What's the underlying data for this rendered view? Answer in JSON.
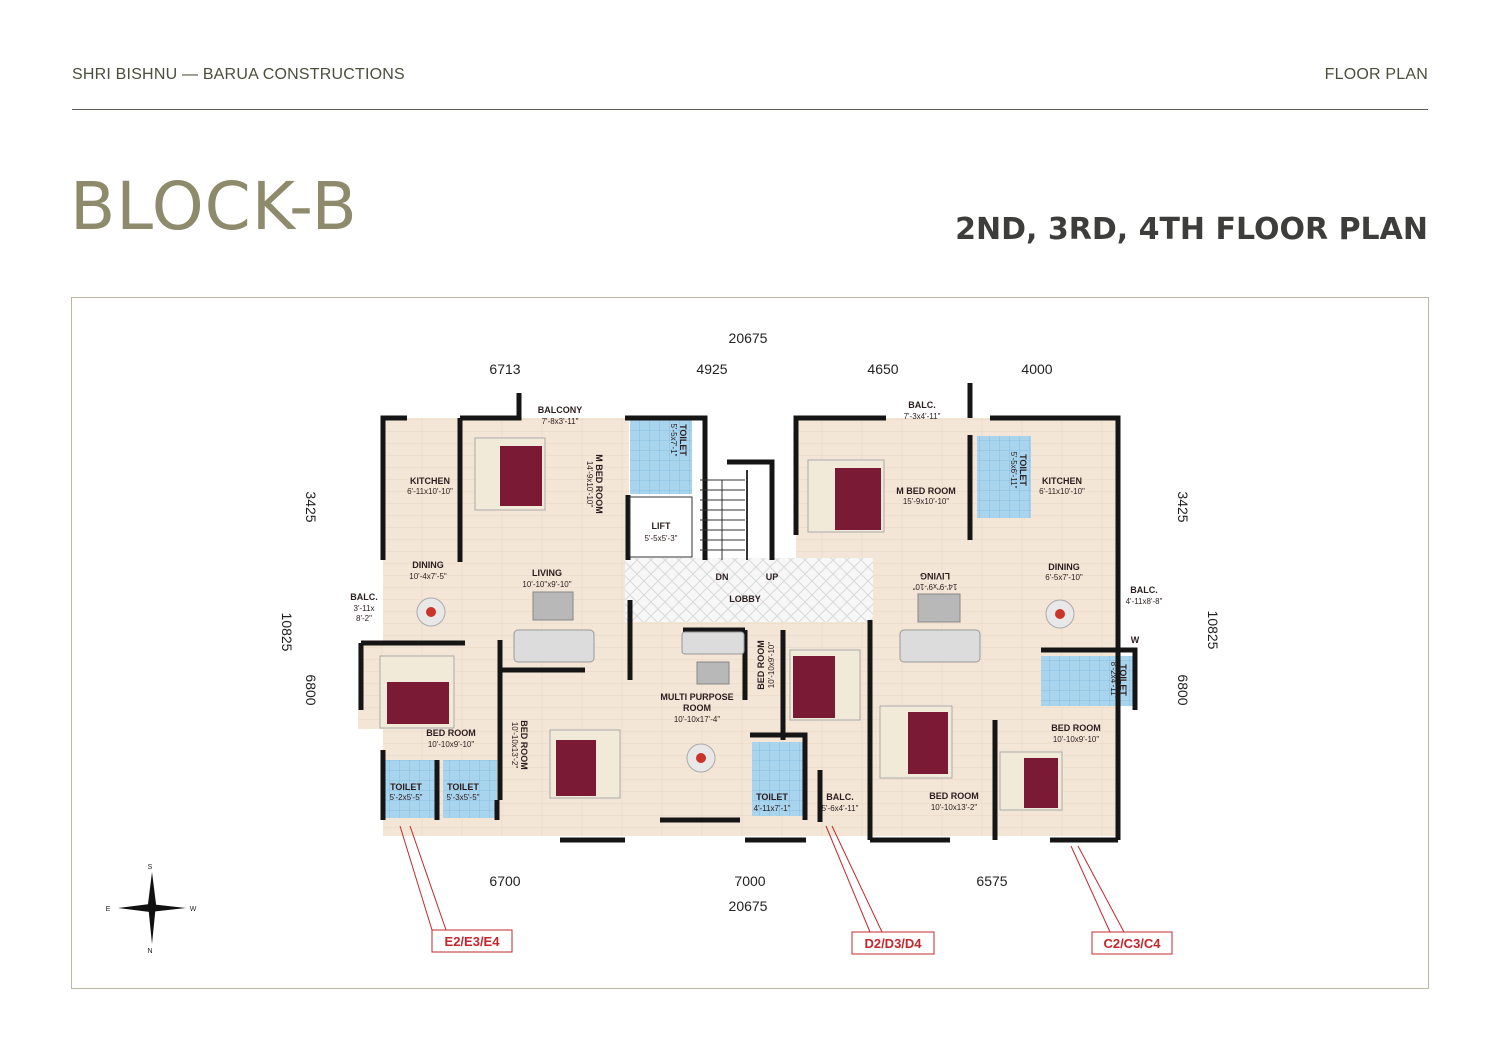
{
  "header": {
    "left": "SHRI BISHNU — BARUA CONSTRUCTIONS",
    "right": "FLOOR PLAN"
  },
  "title": "BLOCK-B",
  "subtitle": "2ND, 3RD, 4TH FLOOR PLAN",
  "dimensions": {
    "top_total": "20675",
    "top_1": "6713",
    "top_2": "4925",
    "top_3": "4650",
    "top_4": "4000",
    "bottom_1": "6700",
    "bottom_2": "7000",
    "bottom_3": "6575",
    "bottom_total": "20675",
    "left_upper": "3425",
    "left_total": "10825",
    "left_lower": "6800",
    "right_upper": "3425",
    "right_total": "10825",
    "right_lower": "6800"
  },
  "rooms": {
    "balcony_top": [
      "BALCONY",
      "7'-8x3'-11\""
    ],
    "kitchen_left": [
      "KITCHEN",
      "6'-11x10'-10\""
    ],
    "mbed_left": [
      "M BED ROOM",
      "14'-9x10'-10\""
    ],
    "toilet_top_left": [
      "TOILET",
      "5'-5x7'-1\""
    ],
    "lift": [
      "LIFT",
      "5'-5x5'-3\""
    ],
    "stair_dn": "DN",
    "stair_up": "UP",
    "lobby": "LOBBY",
    "balc_top_right": [
      "BALC.",
      "7'-3x4'-11\""
    ],
    "mbed_right": [
      "M BED ROOM",
      "15'-9x10'-10\""
    ],
    "toilet_top_right": [
      "TOILET",
      "5'-5x6'-11\""
    ],
    "kitchen_right": [
      "KITCHEN",
      "6'-11x10'-10\""
    ],
    "dining_left": [
      "DINING",
      "10'-4x7'-5\""
    ],
    "living_left": [
      "LIVING",
      "10'-10\"x9'-10\""
    ],
    "balc_left": [
      "BALC.",
      "3'-11x",
      "8'-2\""
    ],
    "living_right": [
      "LIVING",
      "14'-9\"x9'-10\""
    ],
    "dining_right": [
      "DINING",
      "6'-5x7'-10\""
    ],
    "balc_right": [
      "BALC.",
      "4'-11x8'-8\""
    ],
    "bed_left": [
      "BED ROOM",
      "10'-10x9'-10\""
    ],
    "bed_left2": [
      "BED ROOM",
      "10'-10x13'-2\""
    ],
    "multi": [
      "MULTI PURPOSE",
      "ROOM",
      "10'-10x17'-4\""
    ],
    "bed_center": [
      "BED ROOM",
      "10'-10x9'-10\""
    ],
    "bed_right_lower": [
      "BED ROOM",
      "10'-10x13'-2\""
    ],
    "toilet_right_mid": [
      "TOILET",
      "8'-2x4'-11\""
    ],
    "bed_right": [
      "BED ROOM",
      "10'-10x9'-10\""
    ],
    "toilet_bl1": [
      "TOILET",
      "5'-2x5'-5\""
    ],
    "toilet_bl2": [
      "TOILET",
      "5'-3x5'-5\""
    ],
    "toilet_center": [
      "TOILET",
      "4'-11x7'-1\""
    ],
    "balc_center": [
      "BALC.",
      "5'-6x4'-11\""
    ],
    "w_mark": "W"
  },
  "units": {
    "e": "E2/E3/E4",
    "d": "D2/D3/D4",
    "c": "C2/C3/C4"
  },
  "compass": {
    "n": "N",
    "s": "S",
    "e": "E",
    "w": "W"
  },
  "colors": {
    "floor": "#f3e5d6",
    "wall": "#151515",
    "bed": "#7a1a34",
    "toilet": "#a9d4ee",
    "tag": "#c0282d",
    "title": "#8d8b6b"
  }
}
